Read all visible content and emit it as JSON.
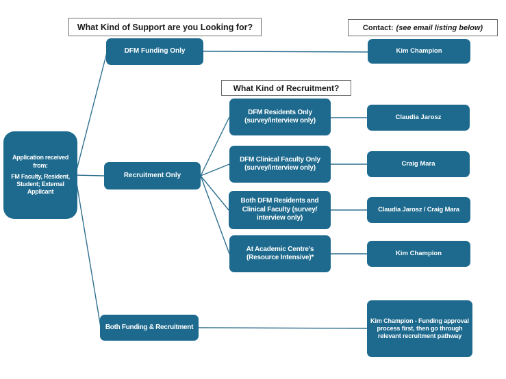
{
  "colors": {
    "node_fill": "#1d6a8e",
    "node_text": "#ffffff",
    "connector_line": "#2f6f8f",
    "header_border": "#6b6b6b",
    "header_text": "#1a1a1a",
    "background": "#ffffff"
  },
  "flow": {
    "question": "What Kind of Support are you Looking for?",
    "contact_header": {
      "label": "Contact:",
      "note": "(see email listing below)"
    },
    "root": {
      "line1": "Application received from:",
      "line2": "FM Faculty, Resident, Student; External Applicant"
    },
    "branches": [
      {
        "label": "DFM Funding Only",
        "contact": "Kim Champion"
      },
      {
        "label": "Recruitment Only",
        "question": "What Kind of Recruitment?",
        "children": [
          {
            "label": "DFM Residents Only (survey/interview only)",
            "contact": "Claudia Jarosz"
          },
          {
            "label": "DFM Clinical Faculty Only (survey/interview only)",
            "contact": "Craig Mara"
          },
          {
            "label": "Both DFM Residents and Clinical Faculty (survey/ interview only)",
            "contact": "Claudia Jarosz / Craig Mara"
          },
          {
            "label": "At Academic Centre’s (Resource Intensive)*",
            "contact": "Kim Champion"
          }
        ]
      },
      {
        "label": "Both Funding & Recruitment",
        "contact": "Kim Champion - Funding approval process first, then go through relevant recruitment pathway"
      }
    ]
  }
}
